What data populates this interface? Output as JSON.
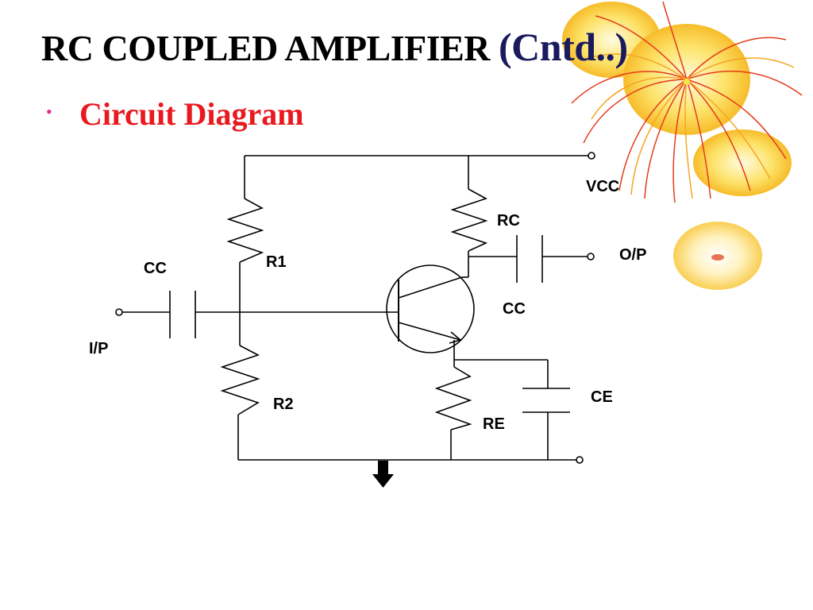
{
  "slide": {
    "title": "RC COUPLED AMPLIFIER",
    "title_suffix": "(Cntd..)",
    "bullet": "•",
    "subtitle": "Circuit Diagram"
  },
  "diagram": {
    "labels": {
      "vcc": "VCC",
      "rc": "RC",
      "r1": "R1",
      "cc_in": "CC",
      "op": "O/P",
      "cc_out": "CC",
      "ip": "I/P",
      "ce": "CE",
      "r2": "R2",
      "re": "RE"
    }
  },
  "colors": {
    "title": "#000000",
    "title_suffix": "#1a1a5e",
    "subtitle": "#e8191f",
    "bullet": "#e0288a",
    "decor_orange": "#f5a623",
    "decor_red": "#e53b1c"
  }
}
